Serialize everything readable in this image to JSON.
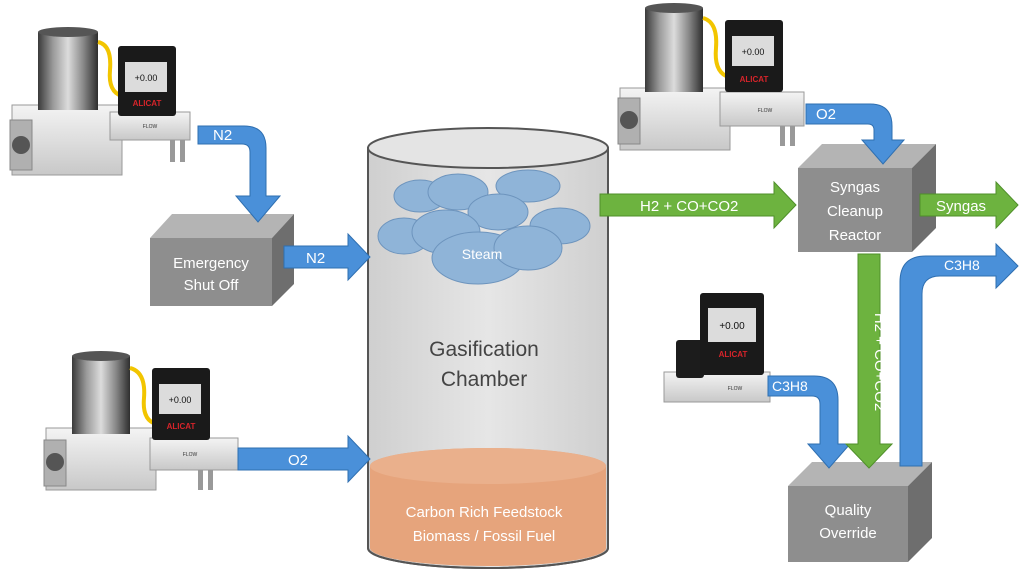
{
  "colors": {
    "blue_arrow": "#4a90d9",
    "green_arrow": "#6db33f",
    "box_front": "#8e8e8e",
    "box_top": "#b4b4b4",
    "box_side": "#6e6e6e",
    "chamber": "#d9d9d9",
    "feedstock": "#e6a47c",
    "cloud": "#8fb4d8",
    "device_display": "#1a1a1a",
    "device_brand": "#d6242a",
    "device_tube": "#f2c500"
  },
  "devices": [
    {
      "display": "+0.00",
      "brand": "ALICAT",
      "flow": "FLOW"
    },
    {
      "display": "+0.00",
      "brand": "ALICAT",
      "flow": "FLOW"
    },
    {
      "display": "+0.00",
      "brand": "ALICAT",
      "flow": "FLOW"
    },
    {
      "display": "+0.00",
      "brand": "ALICAT",
      "flow": "FLOW"
    }
  ],
  "arrows": {
    "n2_top": "N2",
    "n2_mid": "N2",
    "o2_bottom": "O2",
    "o2_right": "O2",
    "h2_mix": "H2 + CO+CO2",
    "syngas": "Syngas",
    "h2_vertical": "H2 + CO+CO2",
    "c3h8_in": "C3H8",
    "c3h8_out": "C3H8"
  },
  "boxes": {
    "emergency": [
      "Emergency",
      "Shut Off"
    ],
    "syngas_cleanup": [
      "Syngas",
      "Cleanup",
      "Reactor"
    ],
    "quality": [
      "Quality",
      "Override"
    ]
  },
  "chamber": {
    "steam": "Steam",
    "title": [
      "Gasification",
      "Chamber"
    ],
    "feedstock": [
      "Carbon Rich Feedstock",
      "Biomass / Fossil Fuel"
    ]
  }
}
